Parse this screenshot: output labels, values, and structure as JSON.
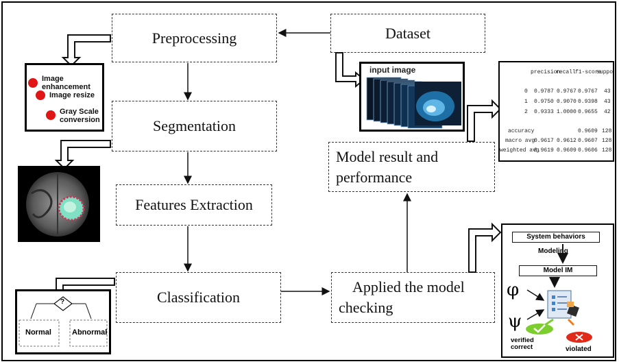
{
  "steps": {
    "preprocessing": "Preprocessing",
    "segmentation": "Segmentation",
    "features": "Features Extraction",
    "classification": "Classification",
    "dataset": "Dataset",
    "model_result_line1": "Model result and",
    "model_result_line2": "performance",
    "applied_line1": "Applied the model",
    "applied_line2": "checking"
  },
  "preprocessing_panel": {
    "items": [
      "Image enhancement",
      "Image resize",
      "Gray Scale conversion"
    ]
  },
  "dataset_panel": {
    "title": "input image"
  },
  "classification_panel": {
    "decision": "?",
    "left_label": "Normal",
    "right_label": "Abnormal"
  },
  "report": {
    "headers": [
      "precision",
      "recall",
      "f1-score",
      "support"
    ],
    "rows": [
      {
        "label": "0",
        "precision": "0.9787",
        "recall": "0.9767",
        "f1": "0.9767",
        "support": "43"
      },
      {
        "label": "1",
        "precision": "0.9750",
        "recall": "0.9070",
        "f1": "0.9398",
        "support": "43"
      },
      {
        "label": "2",
        "precision": "0.9333",
        "recall": "1.0000",
        "f1": "0.9655",
        "support": "42"
      }
    ],
    "accuracy": {
      "label": "accuracy",
      "f1": "0.9609",
      "support": "128"
    },
    "macro": {
      "label": "macro avg",
      "precision": "0.9617",
      "recall": "0.9612",
      "f1": "0.9607",
      "support": "128"
    },
    "weighted": {
      "label": "weighted avg",
      "precision": "0.9619",
      "recall": "0.9609",
      "f1": "0.9606",
      "support": "128"
    }
  },
  "model_check_panel": {
    "system": "System behaviors",
    "modeling": "Modeling",
    "model_im": "Model IM",
    "phi": "φ",
    "psi": "ψ",
    "verified": "verified correct",
    "violated": "violated"
  },
  "colors": {
    "bullet": "#e01515",
    "verified": "#7ccd2e",
    "violated": "#e02a1a",
    "scan": "#1a8fd6"
  }
}
